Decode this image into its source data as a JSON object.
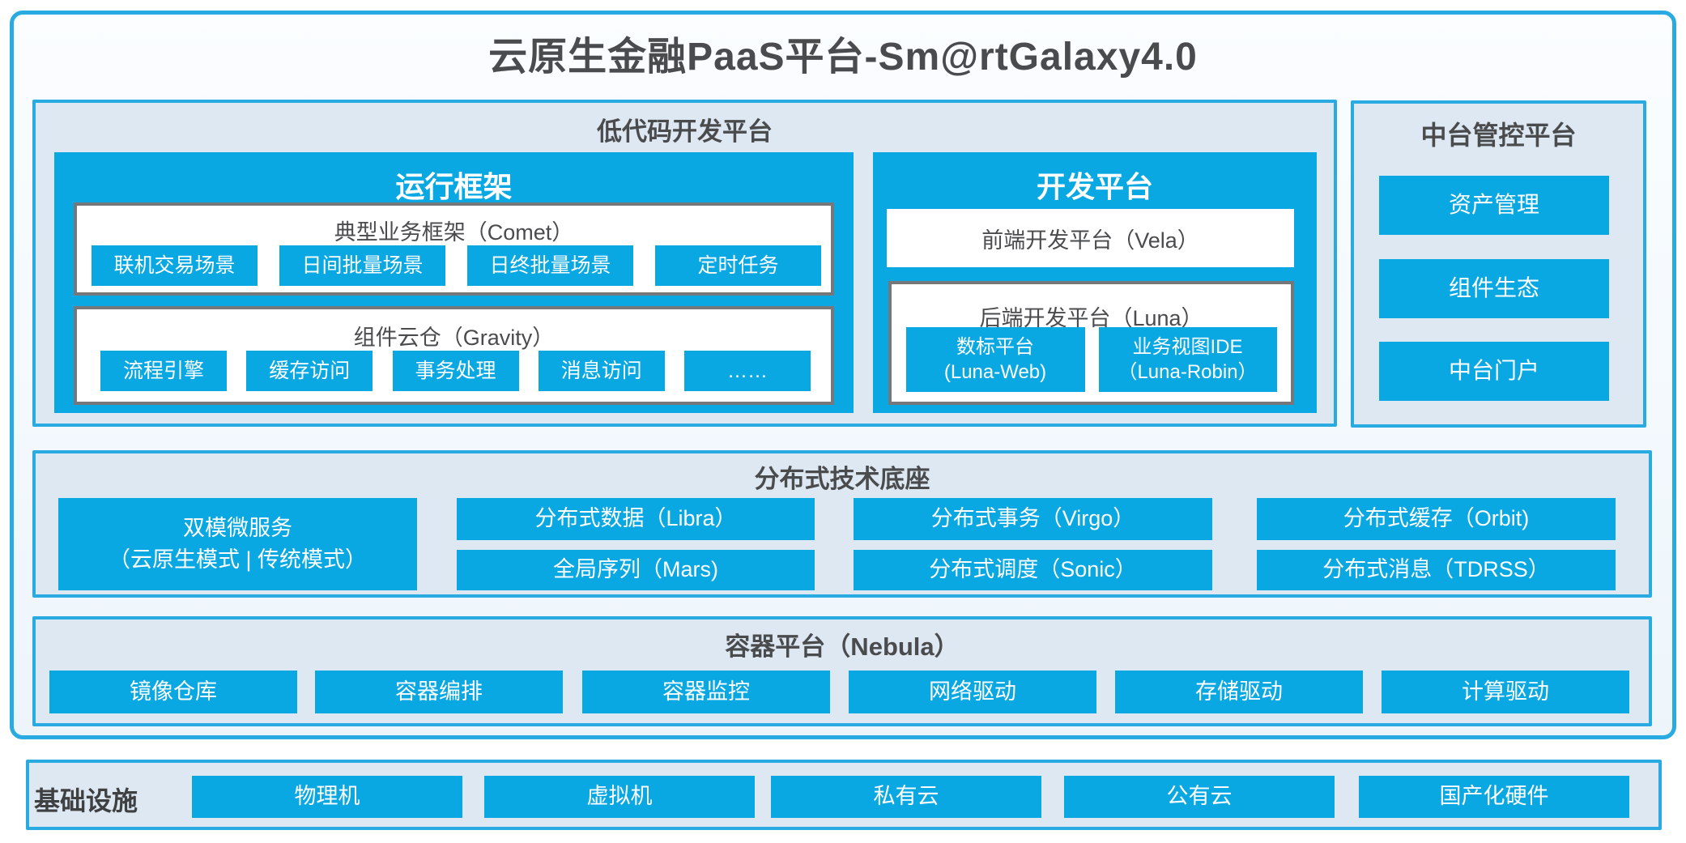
{
  "title": "云原生金融PaaS平台-Sm@rtGalaxy4.0",
  "colors": {
    "accent_blue": "#09A8E3",
    "border_blue": "#29ABE2",
    "panel_background": "#DEE8F3",
    "box_border_gray": "#76777A",
    "heading_text": "#4A4B4D",
    "button_text": "#FFFFFF"
  },
  "low_code": {
    "title": "低代码开发平台",
    "runtime": {
      "title": "运行框架",
      "comet": {
        "title": "典型业务框架（Comet）",
        "items": [
          "联机交易场景",
          "日间批量场景",
          "日终批量场景",
          "定时任务"
        ]
      },
      "gravity": {
        "title": "组件云仓（Gravity）",
        "items": [
          "流程引擎",
          "缓存访问",
          "事务处理",
          "消息访问",
          "……"
        ]
      }
    },
    "dev": {
      "title": "开发平台",
      "vela_label": "前端开发平台（Vela）",
      "luna": {
        "title": "后端开发平台（Luna）",
        "items": [
          {
            "line1": "数标平台",
            "line2": "(Luna-Web)"
          },
          {
            "line1": "业务视图IDE",
            "line2": "（Luna-Robin）"
          }
        ]
      }
    }
  },
  "mid_platform": {
    "title": "中台管控平台",
    "items": [
      "资产管理",
      "组件生态",
      "中台门户"
    ]
  },
  "distributed": {
    "title": "分布式技术底座",
    "dual_mode": {
      "line1": "双模微服务",
      "line2": "（云原生模式 | 传统模式）"
    },
    "items": [
      "分布式数据（Libra）",
      "分布式事务（Virgo）",
      "分布式缓存（Orbit)",
      "全局序列（Mars)",
      "分布式调度（Sonic）",
      "分布式消息（TDRSS）"
    ]
  },
  "container_platform": {
    "title": "容器平台（Nebula）",
    "items": [
      "镜像仓库",
      "容器编排",
      "容器监控",
      "网络驱动",
      "存储驱动",
      "计算驱动"
    ]
  },
  "infrastructure": {
    "title": "基础设施",
    "items": [
      "物理机",
      "虚拟机",
      "私有云",
      "公有云",
      "国产化硬件"
    ]
  }
}
